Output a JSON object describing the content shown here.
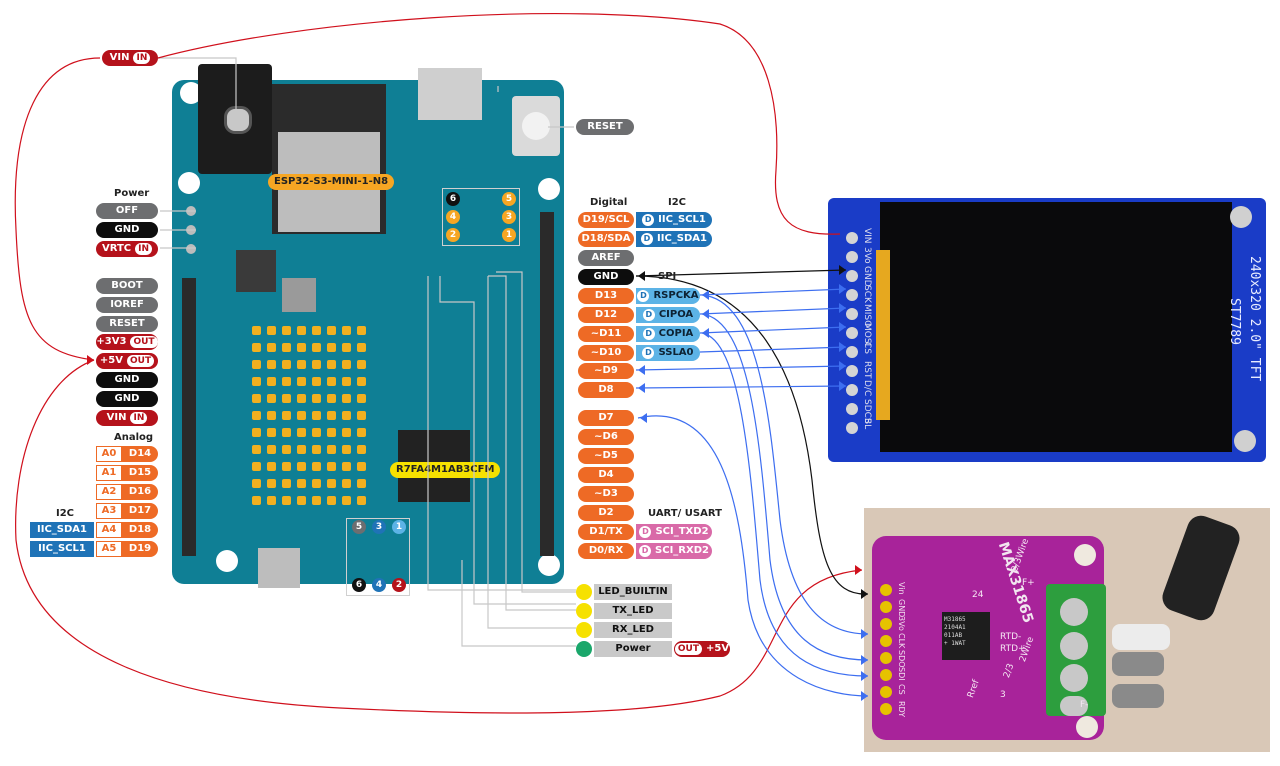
{
  "board": {
    "module_label": "ESP32-S3-MINI-1-N8",
    "mcu_label": "R7FA4M1AB3CFM"
  },
  "left_top": {
    "vin_label": "VIN",
    "vin_tag": "IN",
    "reset_label": "RESET"
  },
  "power": {
    "header": "Power",
    "items": [
      {
        "label": "OFF",
        "color": "#6d6e70",
        "tag": ""
      },
      {
        "label": "GND",
        "color": "#0d0d0d",
        "tag": ""
      },
      {
        "label": "VRTC",
        "color": "#b5121b",
        "tag": "IN"
      }
    ]
  },
  "power_header": {
    "items": [
      {
        "label": "BOOT",
        "color": "#6d6e70",
        "tag": ""
      },
      {
        "label": "IOREF",
        "color": "#6d6e70",
        "tag": ""
      },
      {
        "label": "RESET",
        "color": "#6d6e70",
        "tag": ""
      },
      {
        "label": "+3V3",
        "color": "#b5121b",
        "tag": "OUT"
      },
      {
        "label": "+5V",
        "color": "#b5121b",
        "tag": "OUT"
      },
      {
        "label": "GND",
        "color": "#0d0d0d",
        "tag": ""
      },
      {
        "label": "GND",
        "color": "#0d0d0d",
        "tag": ""
      },
      {
        "label": "VIN",
        "color": "#b5121b",
        "tag": "IN"
      }
    ]
  },
  "analog": {
    "header": "Analog",
    "items": [
      {
        "a": "A0",
        "d": "D14"
      },
      {
        "a": "A1",
        "d": "D15"
      },
      {
        "a": "A2",
        "d": "D16"
      },
      {
        "a": "A3",
        "d": "D17"
      },
      {
        "a": "A4",
        "d": "D18"
      },
      {
        "a": "A5",
        "d": "D19"
      }
    ],
    "i2c_header": "I2C",
    "i2c": [
      "IIC_SDA1",
      "IIC_SCL1"
    ]
  },
  "digital": {
    "header": "Digital",
    "i2c_header": "I2C",
    "spi_header": "SPI",
    "uart_header": "UART/ USART",
    "pins": [
      "D19/SCL",
      "D18/SDA",
      "AREF",
      "GND",
      "D13",
      "D12",
      "~D11",
      "~D10",
      "~D9",
      "D8",
      "D7",
      "~D6",
      "~D5",
      "D4",
      "~D3",
      "D2",
      "D1/TX",
      "D0/RX"
    ],
    "i2c": [
      "IIC_SCL1",
      "IIC_SDA1"
    ],
    "spi": [
      "RSPCKA",
      "CIPOA",
      "COPIA",
      "SSLA0"
    ],
    "uart": [
      "SCI_TXD2",
      "SCI_RXD2"
    ]
  },
  "leds": {
    "items": [
      "LED_BUILTIN",
      "TX_LED",
      "RX_LED",
      "Power"
    ],
    "power_out_tag": "OUT",
    "power_out_label": "+5V"
  },
  "icsp_top": [
    "6",
    "5",
    "4",
    "3",
    "2",
    "1"
  ],
  "icsp_bottom": [
    "5",
    "3",
    "1",
    "6",
    "4",
    "2"
  ],
  "tft": {
    "pins": [
      "VIN",
      "3Vo",
      "GND",
      "SCK",
      "MISO",
      "MOSI",
      "CS",
      "RST",
      "D/C",
      "SDCS",
      "BL"
    ],
    "text_line1": "240x320 2.0\" TFT",
    "text_line2": "ST7789"
  },
  "max_board": {
    "title": "MAX31865",
    "pins": [
      "Vin",
      "GND",
      "3Vo",
      "CLK",
      "SDO",
      "SDI",
      "CS",
      "RDY"
    ],
    "ic_text": "M31865\n2104A1\n011AB\n+ 1WAT",
    "labels": [
      "2/3Wire",
      "2Wire",
      "RTD-",
      "RTD+",
      "F+",
      "F-",
      "24",
      "3",
      "Rref",
      "2/3"
    ]
  }
}
